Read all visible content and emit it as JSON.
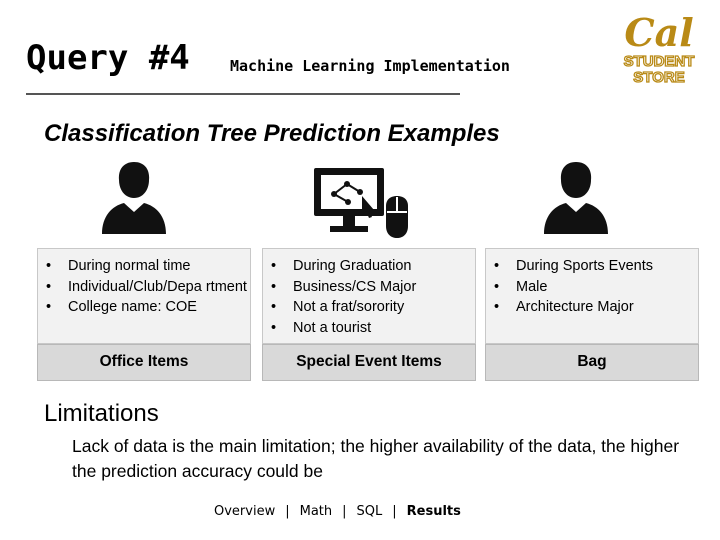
{
  "header": {
    "title": "Query #4",
    "subtitle": "Machine Learning Implementation",
    "logo": {
      "line1": "Cal",
      "line2": "STUDENT",
      "line3": "STORE",
      "color": "#b98a16"
    }
  },
  "section_title": "Classification Tree Prediction Examples",
  "examples": [
    {
      "icon": "person-icon",
      "items": [
        "During normal time",
        "Individual/Club/Depa rtment",
        "College name: COE"
      ],
      "prediction": "Office Items"
    },
    {
      "icon": "computer-mouse-icon",
      "items": [
        "During Graduation",
        "Business/CS Major",
        "Not a frat/sorority",
        "Not a tourist"
      ],
      "prediction": "Special Event Items"
    },
    {
      "icon": "person-icon",
      "items": [
        "During Sports Events",
        "Male",
        "Architecture Major"
      ],
      "prediction": "Bag"
    }
  ],
  "limitations": {
    "heading": "Limitations",
    "text": "Lack of data is the main limitation; the higher availability of the data, the higher the prediction accuracy could be"
  },
  "footer_nav": {
    "items": [
      "Overview",
      "Math",
      "SQL",
      "Results"
    ],
    "separator": "|",
    "active": "Results"
  }
}
